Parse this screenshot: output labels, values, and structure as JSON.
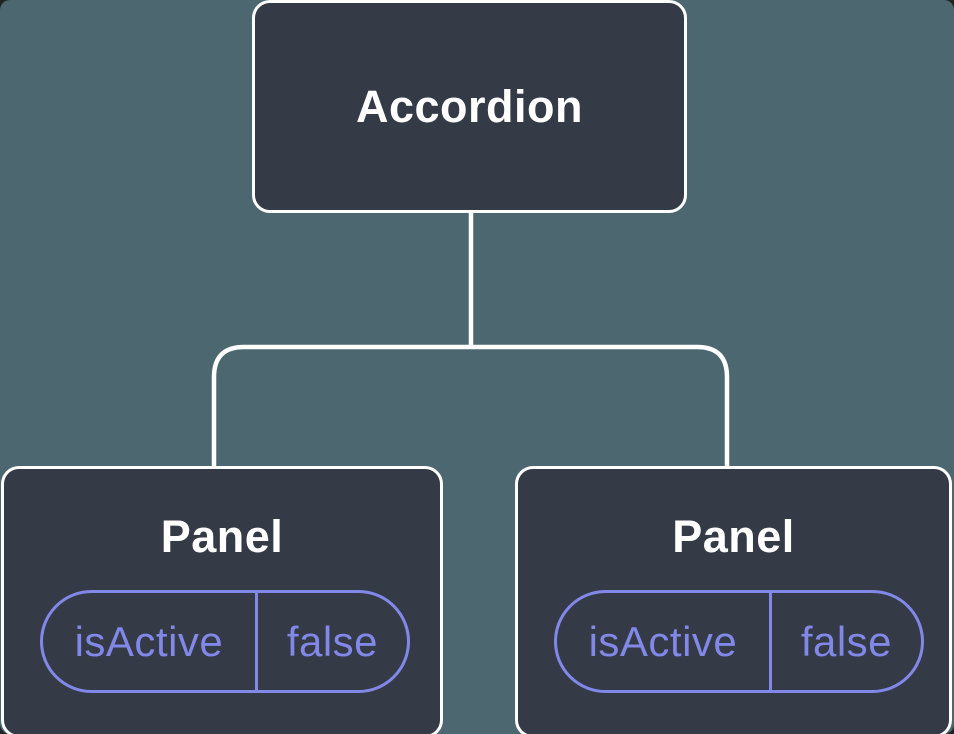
{
  "diagram_title": "component-state-tree",
  "colors": {
    "canvas_bg": "#4C6770",
    "node_fill": "#343A46",
    "node_border": "#FFFFFF",
    "node_text": "#FFFFFF",
    "accent_purple": "#8288E8",
    "connector": "#FFFFFF"
  },
  "tree": {
    "root": {
      "label": "Accordion"
    },
    "children": [
      {
        "label": "Panel",
        "state": {
          "key": "isActive",
          "value": "false"
        }
      },
      {
        "label": "Panel",
        "state": {
          "key": "isActive",
          "value": "false"
        }
      }
    ]
  }
}
